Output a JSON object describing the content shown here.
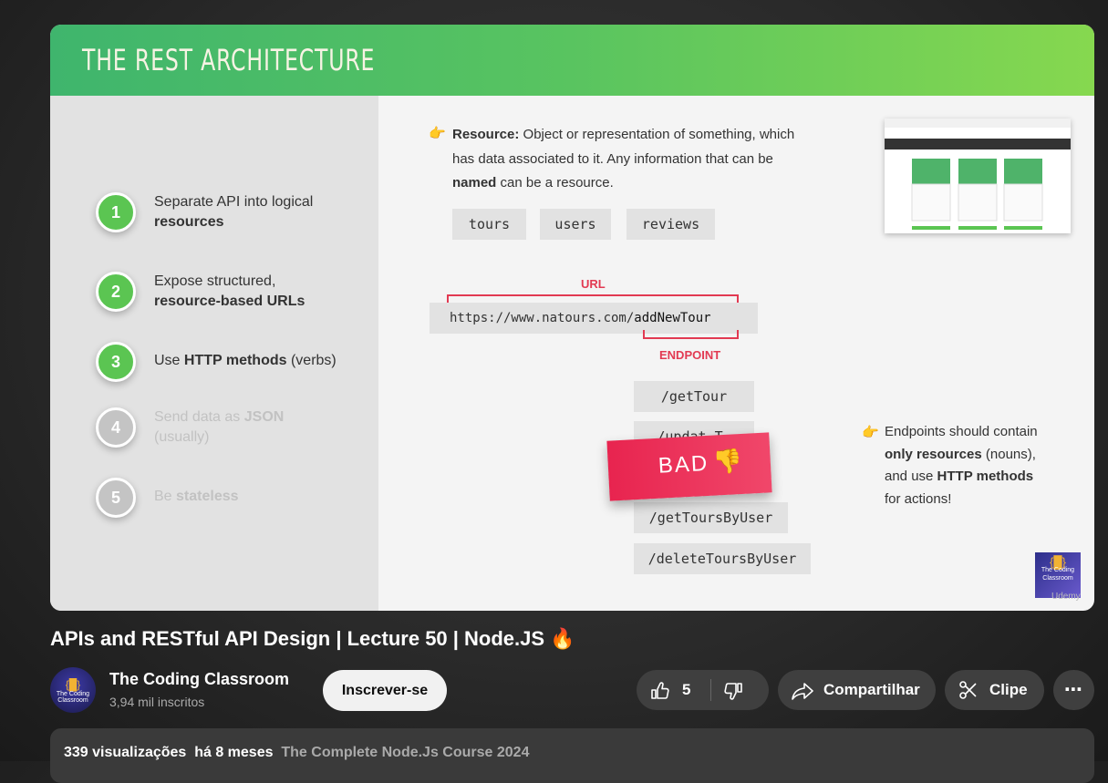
{
  "slide": {
    "title": "THE REST ARCHITECTURE",
    "steps": [
      {
        "num": "1",
        "text": "Separate API into logical",
        "bold": "resources",
        "active": true
      },
      {
        "num": "2",
        "text": "Expose structured,",
        "bold": "resource-based URLs",
        "active": true
      },
      {
        "num": "3",
        "pre": "Use ",
        "bold": "HTTP methods",
        "post": " (verbs)",
        "active": true
      },
      {
        "num": "4",
        "pre": "Send data as ",
        "bold": "JSON",
        "post": "(usually)",
        "active": false
      },
      {
        "num": "5",
        "pre": "Be ",
        "bold": "stateless",
        "active": false
      }
    ],
    "resource": {
      "label": "Resource:",
      "line1": " Object or representation of something, which",
      "line2": "has data associated to it. Any information that can be",
      "named": "named",
      "line3": " can be a resource."
    },
    "chips": [
      "tours",
      "users",
      "reviews"
    ],
    "url_label": "URL",
    "url_base": "https://www.natours.com/",
    "url_path": "addNewTour",
    "endpoint_label": "ENDPOINT",
    "endpoints": [
      "/getTour",
      "/updat…T…",
      "/getToursByUser",
      "/deleteToursByUser"
    ],
    "bad_label": "BAD",
    "note": {
      "line1": "Endpoints should contain",
      "bold1": "only resources",
      "mid": " (nouns),",
      "line3": "and use ",
      "bold2": "HTTP methods",
      "line4": "for actions!"
    },
    "watermark": "Udemy"
  },
  "video": {
    "title": "APIs and RESTful API Design | Lecture 50 | Node.JS 🔥",
    "channel": "The Coding Classroom",
    "subscribers": "3,94 mil inscritos",
    "subscribe_label": "Inscrever-se",
    "likes": "5",
    "share_label": "Compartilhar",
    "clip_label": "Clipe",
    "views": "339 visualizações",
    "age": "há 8 meses",
    "playlist": "The Complete Node.Js Course 2024"
  },
  "logo_text": "The Coding Classroom",
  "colors": {
    "accent_green": "#5bc552",
    "bad_red": "#e8244f",
    "url_red": "#e23a52"
  }
}
